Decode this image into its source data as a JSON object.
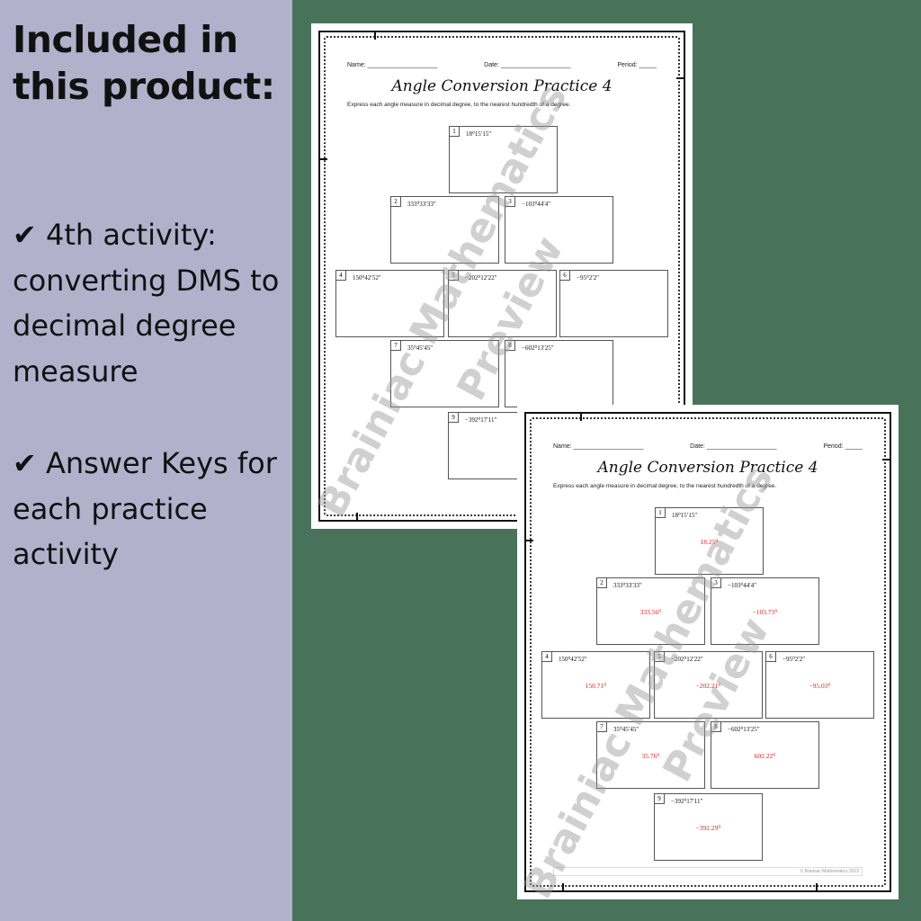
{
  "panel": {
    "heading": "Included in this product:",
    "bullets": [
      "✔ 4th activity: converting DMS to decimal degree measure",
      "✔ Answer Keys for each practice activity"
    ]
  },
  "worksheet": {
    "name_label": "Name: ____________________",
    "date_label": "Date: ____________________",
    "period_label": "Period: _____",
    "title": "Angle Conversion Practice 4",
    "instructions": "Express each angle measure in decimal degree, to the nearest hundredth of a degree.",
    "footer": "© Brainiac Mathematics 2023",
    "watermark_line1": "Brainiac Mathematics",
    "watermark_line2": "Preview",
    "problems": [
      {
        "num": "1",
        "q": "18⁰15′15″",
        "a": "18.25⁰"
      },
      {
        "num": "2",
        "q": "333⁰33′33″",
        "a": "333.56⁰"
      },
      {
        "num": "3",
        "q": "−103⁰44′4″",
        "a": "−103.73⁰"
      },
      {
        "num": "4",
        "q": "150⁰42′52″",
        "a": "150.71⁰"
      },
      {
        "num": "5",
        "q": "−202⁰12′22″",
        "a": "−202.21⁰"
      },
      {
        "num": "6",
        "q": "−95⁰2′2″",
        "a": "−95.03⁰"
      },
      {
        "num": "7",
        "q": "35⁰45′45″",
        "a": "35.76⁰"
      },
      {
        "num": "8",
        "q": "−602⁰13′25″",
        "a": "602.22⁰"
      },
      {
        "num": "9",
        "q": "−392⁰17′11″",
        "a": "−392.29⁰"
      }
    ]
  },
  "colors": {
    "left_panel": "#b3b0cc",
    "background": "#48735a",
    "answer": "#e02020"
  }
}
